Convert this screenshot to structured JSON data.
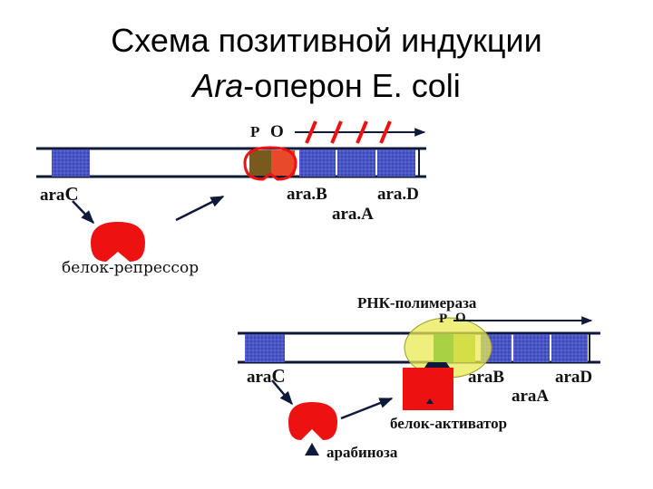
{
  "title": {
    "line1": "Схема позитивной индукции",
    "line2_italic": "Ara",
    "line2_rest": "-оперон E. coli"
  },
  "diagram_top": {
    "promoter_label": "P",
    "operator_label": "O",
    "gene_araC": "ara",
    "gene_araC_suffix": "C",
    "gene_araB": "ara.B",
    "gene_araA": "ara.A",
    "gene_araD": "ara.D",
    "repressor_label": "белок-репрессор"
  },
  "diagram_bottom": {
    "polymerase_label": "РНК-полимераза",
    "promoter_label": "P",
    "operator_label": "O",
    "gene_araC": "ara",
    "gene_araC_suffix": "C",
    "gene_araB": "araB",
    "gene_araA": "araA",
    "gene_araD": "araD",
    "activator_label": "белок-активатор",
    "inducer_label": "арабиноза"
  },
  "colors": {
    "gene_blue": "#4a55c8",
    "protein_red": "#ee1111",
    "polymerase_yellow": "#e8ea50",
    "block_red": "#e8492a",
    "arrow_dark": "#0f1a3a"
  }
}
